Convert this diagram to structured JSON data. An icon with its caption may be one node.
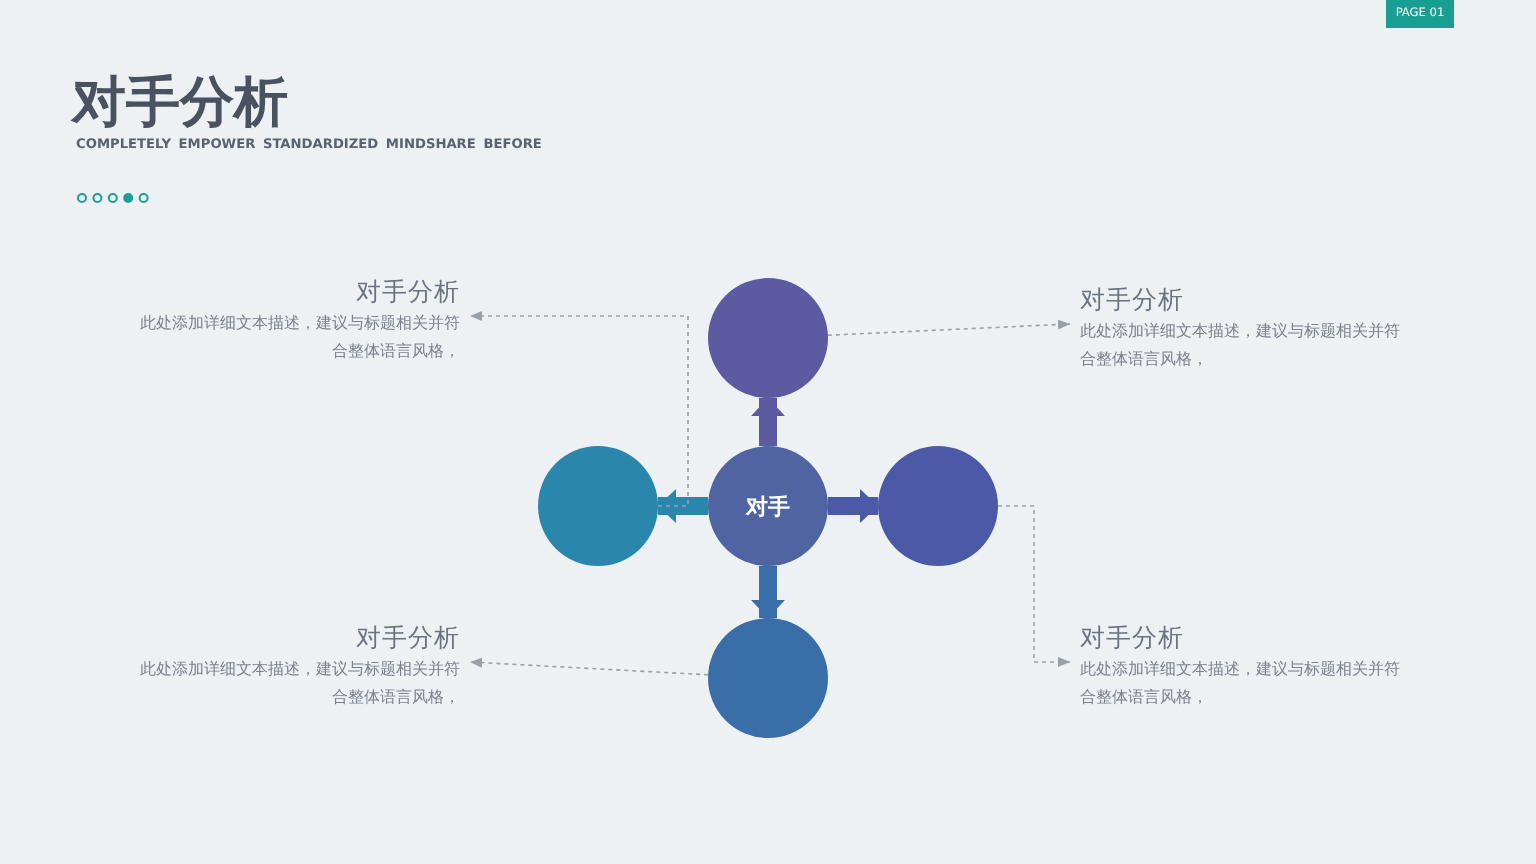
{
  "diagram": {
    "title": "对手分析",
    "nodes": [
      {
        "text": [
          "对手分析",
          "此处添加详细文本描述，建议与标题相关并符合整体语言风格，"
        ]
      },
      {
        "text": [],
        "shape": "circle"
      },
      {
        "text": [
          "对手分析",
          "此处添加详细文本描述，建议与标题相关并符合整体语言风格，"
        ]
      },
      {
        "text": [],
        "shape": "circle"
      },
      {
        "text": [
          "对手"
        ]
      },
      {
        "text": [],
        "shape": "circle"
      },
      {
        "text": [
          "对手分析",
          "此处添加详细文本描述，建议与标题相关并符合整体语言风格，"
        ]
      },
      {
        "text": [],
        "shape": "circle"
      },
      {
        "text": [
          "对手分析",
          "此处添加详细文本描述，建议与标题相关并符合整体语言风格，"
        ]
      }
    ],
    "edges": [
      {
        "from": 4,
        "to": 1,
        "arrow": "to",
        "style": "thick",
        "color": "#5c5aa0"
      },
      {
        "from": 4,
        "to": 3,
        "arrow": "to",
        "style": "thick",
        "color": "#2a86aa"
      },
      {
        "from": 4,
        "to": 5,
        "arrow": "to",
        "style": "thick",
        "color": "#4b5aa6"
      },
      {
        "from": 4,
        "to": 7,
        "arrow": "to",
        "style": "thick",
        "color": "#3a6ea8"
      },
      {
        "from": 1,
        "to": 2,
        "arrow": "to",
        "style": "dashed"
      },
      {
        "from": 3,
        "to": 0,
        "arrow": "to",
        "style": "dashed"
      },
      {
        "from": 5,
        "to": 8,
        "arrow": "to",
        "style": "dashed"
      },
      {
        "from": 7,
        "to": 6,
        "arrow": "to",
        "style": "dashed"
      }
    ],
    "labels": [
      "COMPLETELY EMPOWER STANDARDIZED MINDSHARE BEFORE",
      "PAGE 01"
    ]
  }
}
